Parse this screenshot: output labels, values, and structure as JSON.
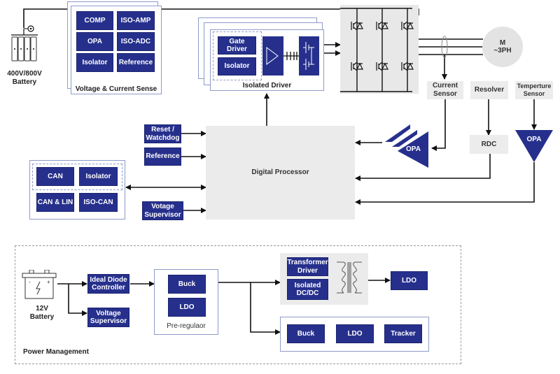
{
  "hv_battery": {
    "label_line1": "400V/800V",
    "label_line2": "Battery"
  },
  "voltage_current_sense": {
    "title": "Voltage & Current Sense",
    "blocks": [
      "COMP",
      "ISO-AMP",
      "OPA",
      "ISO-ADC",
      "Isolator",
      "Reference"
    ]
  },
  "isolated_driver": {
    "title": "Isolated Driver",
    "blocks": [
      "Gate Driver",
      "Isolator"
    ]
  },
  "motor": {
    "line1": "M",
    "line2": "~3PH"
  },
  "sensors": {
    "current": {
      "line1": "Current",
      "line2": "Sensor"
    },
    "resolver": "Resolver",
    "temperature": {
      "line1": "Temperture",
      "line2": "Sensor"
    }
  },
  "signal_chain": {
    "current_opa": "OPA",
    "rdc": "RDC",
    "temp_opa": "OPA"
  },
  "digital_processor": "Digital Processor",
  "left_inputs": {
    "reset": {
      "line1": "Reset /",
      "line2": "Watchdog"
    },
    "reference": "Reference",
    "supervisor": {
      "line1": "Votage",
      "line2": "Supervisor"
    }
  },
  "comms": {
    "blocks": [
      "CAN",
      "Isolator",
      "CAN & LIN",
      "ISO-CAN"
    ]
  },
  "power_management": {
    "title": "Power Management",
    "battery": {
      "line1": "12V",
      "line2": "Battery"
    },
    "ideal_diode": {
      "line1": "Ideal Diode",
      "line2": "Controller"
    },
    "voltage_supervisor": {
      "line1": "Voltage",
      "line2": "Supervisor"
    },
    "preregulator": {
      "title": "Pre-regulaor",
      "blocks": [
        "Buck",
        "LDO"
      ]
    },
    "transformer_driver": {
      "line1": "Transformer",
      "line2": "Driver"
    },
    "isolated_dcdc": {
      "line1": "Isolated",
      "line2": "DC/DC"
    },
    "iso_ldo": "LDO",
    "rail_blocks": [
      "Buck",
      "LDO",
      "Tracker"
    ]
  },
  "colors": {
    "block_blue": "#26308c",
    "frame_border": "#8f9bc9",
    "gray_fill": "#ececec"
  }
}
